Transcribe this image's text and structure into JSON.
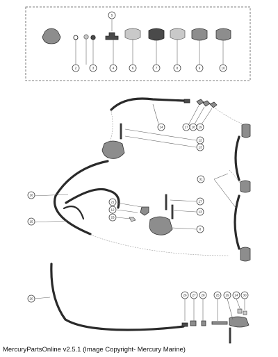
{
  "caption": "MercuryPartsOnline v2.5.1 (Image Copyright- Mercury Marine)",
  "callouts": {
    "inset": [
      "5",
      "2",
      "3",
      "4",
      "6",
      "7",
      "8",
      "9",
      "10"
    ],
    "c14": "14",
    "c17": "17",
    "c18": "18",
    "c19": "19",
    "c12": "12",
    "c13": "13",
    "c16": "16",
    "c31": "31",
    "c15": "15",
    "c21": "21",
    "c12b": "12",
    "c13b": "13",
    "c17b": "17",
    "c18b": "18",
    "c23": "23",
    "c8": "8",
    "c20": "20",
    "c26": "26",
    "c27": "27",
    "c28": "28",
    "c25": "25",
    "c29": "29",
    "c24": "24",
    "c30": "30"
  }
}
